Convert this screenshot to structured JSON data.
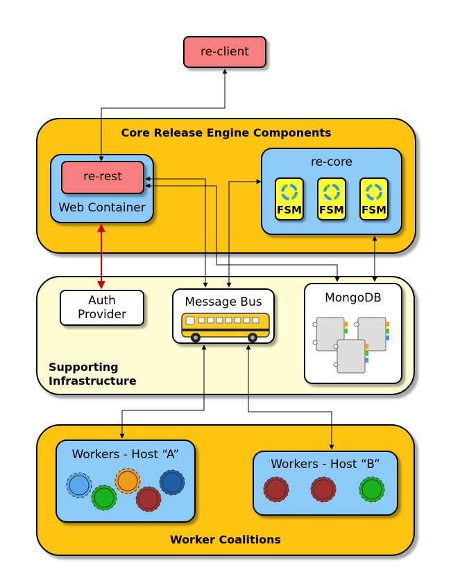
{
  "client": {
    "label": "re-client"
  },
  "core": {
    "title": "Core Release Engine Components",
    "web_container": {
      "label": "Web Container",
      "rest_label": "re-rest"
    },
    "re_core": {
      "label": "re-core",
      "fsm_labels": [
        "FSM",
        "FSM",
        "FSM"
      ]
    }
  },
  "infra": {
    "title_line1": "Supporting",
    "title_line2": "Infrastructure",
    "auth": {
      "line1": "Auth",
      "line2": "Provider"
    },
    "bus": {
      "label": "Message Bus"
    },
    "mongo": {
      "label": "MongoDB"
    }
  },
  "workers": {
    "title": "Worker Coalitions",
    "host_a": {
      "label": "Workers - Host “A”"
    },
    "host_b": {
      "label": "Workers - Host “B”"
    }
  },
  "colors": {
    "group_yellow": "#fdc511",
    "infra_cream": "#fefcd2",
    "container_blue": "#8ccbf8",
    "client_pink": "#f77f7f",
    "fsm_yellow": "#ffff33",
    "auth_arrow_red": "#cc0000"
  }
}
